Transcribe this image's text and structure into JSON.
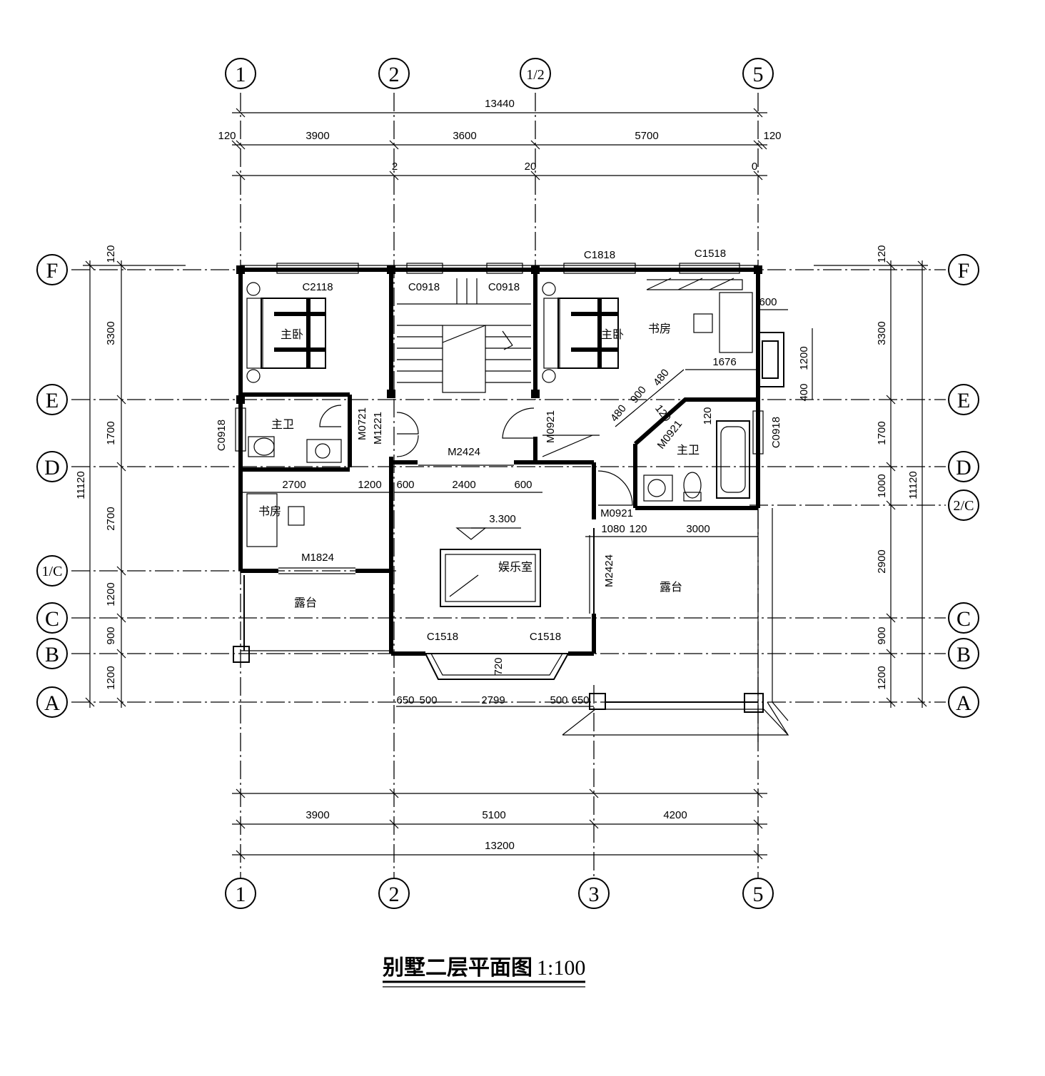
{
  "drawing": {
    "title": "别墅二层平面图",
    "scale": "1:100"
  },
  "axes": {
    "top": [
      "1",
      "2",
      "1/2",
      "5"
    ],
    "bottom": [
      "1",
      "2",
      "3",
      "5"
    ],
    "left": [
      "F",
      "E",
      "D",
      "1/C",
      "C",
      "B",
      "A"
    ],
    "right": [
      "F",
      "E",
      "D",
      "2/C",
      "C",
      "B",
      "A"
    ]
  },
  "dimensions": {
    "top_total": "13440",
    "top_parts": [
      "120",
      "3900",
      "3600",
      "5700",
      "120"
    ],
    "top_fragments": [
      "2",
      "20",
      "0"
    ],
    "bottom_parts": [
      "3900",
      "5100",
      "4200"
    ],
    "bottom_total": "13200",
    "left_parts": [
      "120",
      "3300",
      "1700",
      "2700",
      "1200",
      "900",
      "1200"
    ],
    "left_total": "11120",
    "right_parts": [
      "120",
      "3300",
      "1700",
      "1000",
      "2900",
      "900",
      "1200"
    ],
    "right_total": "11120",
    "bay_parts": [
      "650",
      "500",
      "2799",
      "500",
      "650"
    ],
    "bay_depth": "720",
    "study_parts": [
      "2700",
      "1200"
    ],
    "hall_parts": [
      "600",
      "2400",
      "600"
    ],
    "east_terrace_parts": [
      "1080",
      "120",
      "3000"
    ],
    "east_room": [
      "1676",
      "600",
      "1200",
      "400"
    ],
    "diag_parts": [
      "480",
      "900",
      "480",
      "120"
    ],
    "bath_wall": "120",
    "level": "3.300"
  },
  "doors_windows": {
    "c2118": "C2118",
    "c0918_a": "C0918",
    "c0918_b": "C0918",
    "c1818": "C1818",
    "c1518_top": "C1518",
    "c0918_left": "C0918",
    "c0918_right": "C0918",
    "m0721": "M0721",
    "m1221": "M1221",
    "m0921_a": "M0921",
    "m0921_b": "M0921",
    "m0921_c": "M0921",
    "m2424_a": "M2424",
    "m2424_b": "M2424",
    "m1824": "M1824",
    "c1518_l": "C1518",
    "c1518_r": "C1518"
  },
  "rooms": {
    "master_bed_w": "主卧",
    "master_bath_w": "主卫",
    "study_w": "书房",
    "terrace_w": "露台",
    "master_bed_e": "主卧",
    "study_e": "书房",
    "master_bath_e": "主卫",
    "entertainment": "娱乐室",
    "terrace_e": "露台"
  }
}
